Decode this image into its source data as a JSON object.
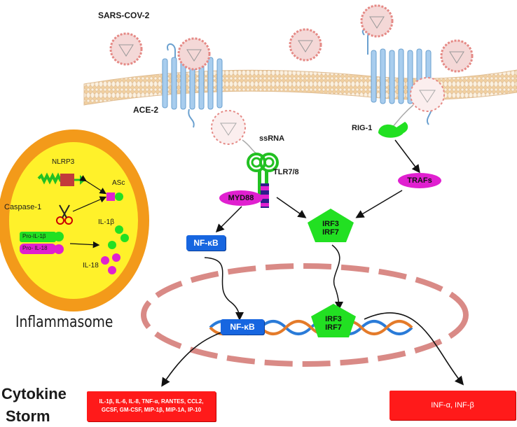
{
  "labels": {
    "virus": "SARS-COV-2",
    "receptor": "ACE-2",
    "ssrna": "ssRNA",
    "tlr": "TLR7/8",
    "rig": "RIG-1",
    "trafs": "TRAFs",
    "myd88": "MYD88",
    "nfkb_cyto": "NF-κB",
    "nfkb_nuc": "NF-κB",
    "irf_cyto": [
      "IRF3",
      "IRF7"
    ],
    "irf_nuc": [
      "IRF3",
      "IRF7"
    ],
    "inflammasome": "Inflammasome",
    "nlrp3": "NLRP3",
    "asc": "ASc",
    "caspase": "Caspase-1",
    "il1b": "IL-1β",
    "il18": "IL-18",
    "pro_il1b": "Pro-IL-1β",
    "pro_il18": "Pro- IL-18",
    "storm_line1": "Cytokine",
    "storm_line2": "Storm",
    "cytokines_line1": "IL-1β, IL-6, IL-8, TNF-α, RANTES, CCL2,",
    "cytokines_line2": "GCSF, GM-CSF, MIP-1β, MIP-1A, IP-10",
    "interferons": "INF-α, INF-β"
  },
  "colors": {
    "membrane": "#f1d7b3",
    "receptor_blue": "#a8cdee",
    "virus_red": "#e58a86",
    "inflammasome_outer": "#f39a1a",
    "inflammasome_inner": "#fff12a",
    "nucleus_membrane": "#d98a86",
    "magenta": "#e020d0",
    "green": "#22e022",
    "blue_box": "#1766e0",
    "red_box": "#ff1a1a"
  }
}
